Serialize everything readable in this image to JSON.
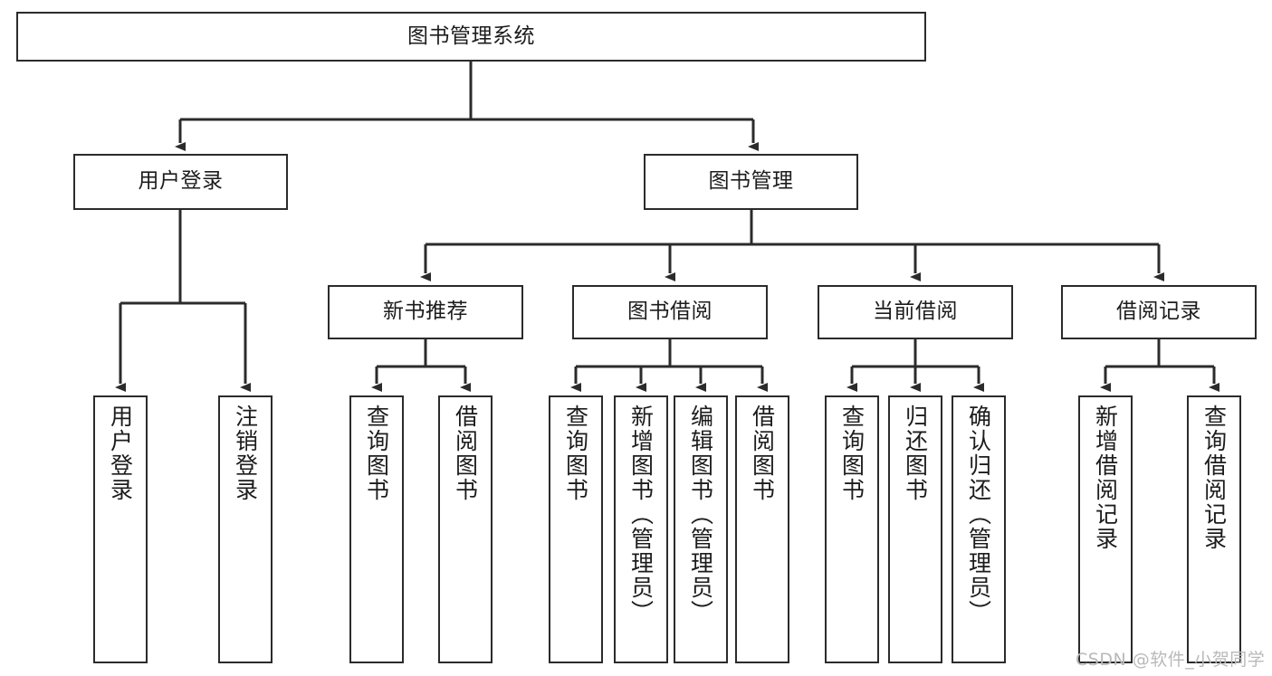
{
  "diagram": {
    "title": "图书管理系统",
    "type": "tree-hierarchy-diagram",
    "root": {
      "label": "图书管理系统"
    },
    "level2": [
      {
        "label": "用户登录"
      },
      {
        "label": "图书管理"
      }
    ],
    "level3": [
      {
        "label": "新书推荐"
      },
      {
        "label": "图书借阅"
      },
      {
        "label": "当前借阅"
      },
      {
        "label": "借阅记录"
      }
    ],
    "leaves": {
      "user_login": [
        {
          "label": "用户登录"
        },
        {
          "label": "注销登录"
        }
      ],
      "new_book_recommend": [
        {
          "label": "查询图书"
        },
        {
          "label": "借阅图书"
        }
      ],
      "book_borrow": [
        {
          "label": "查询图书"
        },
        {
          "label": "新增图书（管理员）"
        },
        {
          "label": "编辑图书（管理员）"
        },
        {
          "label": "借阅图书"
        }
      ],
      "current_borrow": [
        {
          "label": "查询图书"
        },
        {
          "label": "归还图书"
        },
        {
          "label": "确认归还（管理员）"
        }
      ],
      "borrow_record": [
        {
          "label": "新增借阅记录"
        },
        {
          "label": "查询借阅记录"
        }
      ]
    }
  },
  "watermark": {
    "text": "CSDN @软件_小贺同学"
  },
  "colors": {
    "stroke": "#2b2b2b",
    "fill": "#ffffff",
    "text": "#1c1c1c",
    "watermark": "#b9b9b9"
  }
}
